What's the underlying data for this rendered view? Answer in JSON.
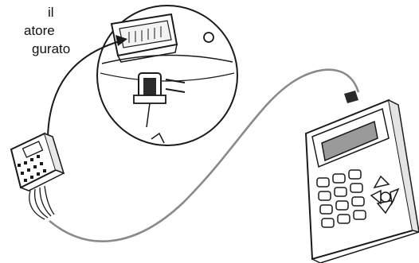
{
  "caption": {
    "line1": "il",
    "line2": "atore",
    "line3": "gurato"
  },
  "colors": {
    "ink": "#1a1a1a",
    "cable": "#8a8a8a",
    "screen": "#9a9a9a",
    "background": "#ffffff"
  },
  "icons": [
    "arrow-icon",
    "connector-plug-icon",
    "handheld-tester-icon"
  ]
}
